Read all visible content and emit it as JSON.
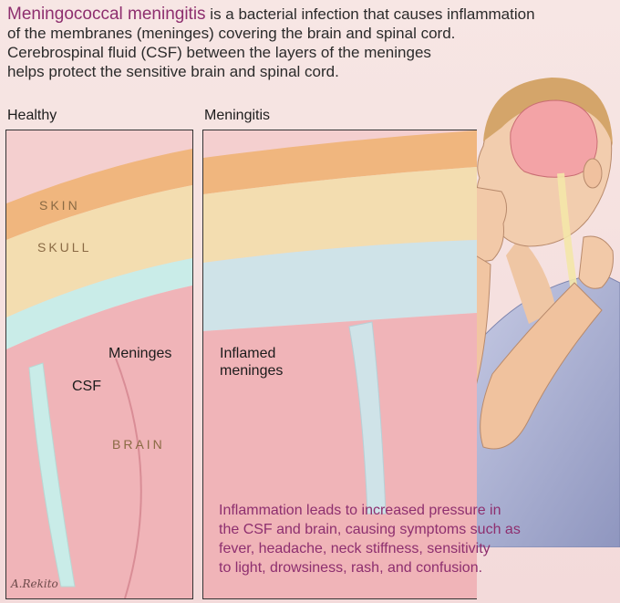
{
  "intro": {
    "term": "Meningococcal meningitis",
    "line1_rest": " is a bacterial infection that causes inflammation",
    "line2": "of the membranes (meninges) covering the brain and spinal cord.",
    "line3": "Cerebrospinal fluid (CSF) between the layers of the meninges",
    "line4": "helps protect the sensitive brain and spinal cord."
  },
  "panels": {
    "healthy": "Healthy",
    "meningitis": "Meningitis"
  },
  "layers": {
    "skin": "SKIN",
    "skull": "SKULL",
    "brain": "BRAIN"
  },
  "callouts": {
    "meninges": "Meninges",
    "csf": "CSF",
    "inflamed_line1": "Inflamed",
    "inflamed_line2": "meninges"
  },
  "summary": {
    "line1": "Inflammation leads to increased pressure in",
    "line2": "the CSF and brain, causing symptoms such as",
    "line3": "fever, headache, neck stiffness, sensitivity",
    "line4": "to light, drowsiness, rash, and confusion."
  },
  "signature": "A.Rekito",
  "colors": {
    "accent": "#8e2f6f",
    "skin": "#f0b67e",
    "skull": "#f3ddb0",
    "csf": "#c9ece8",
    "brain": "#f0b4b8"
  }
}
